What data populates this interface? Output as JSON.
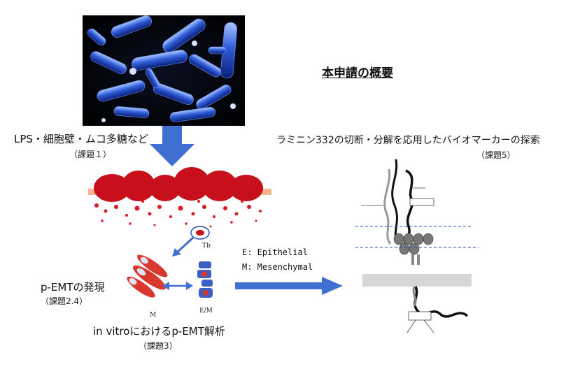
{
  "title": "本申請の概要",
  "lps": {
    "text": "LPS・細胞壁・ムコ多糖など",
    "task": "（課題１）"
  },
  "laminin": {
    "text": "ラミニン332の切断・分解を応用したバイオマーカーの探索",
    "task": "（課題5）"
  },
  "pemt": {
    "text": "p-EMTの発現",
    "task": "（課題2.4）"
  },
  "invitro": {
    "text": "in vitroにおけるp-EMT解析",
    "task": "（課題3）"
  },
  "legend": {
    "e": "E: Epithelial",
    "m": "M: Mesenchymal"
  },
  "cell_labels": {
    "tb": "Tb",
    "m": "M",
    "em": "E/M"
  }
}
